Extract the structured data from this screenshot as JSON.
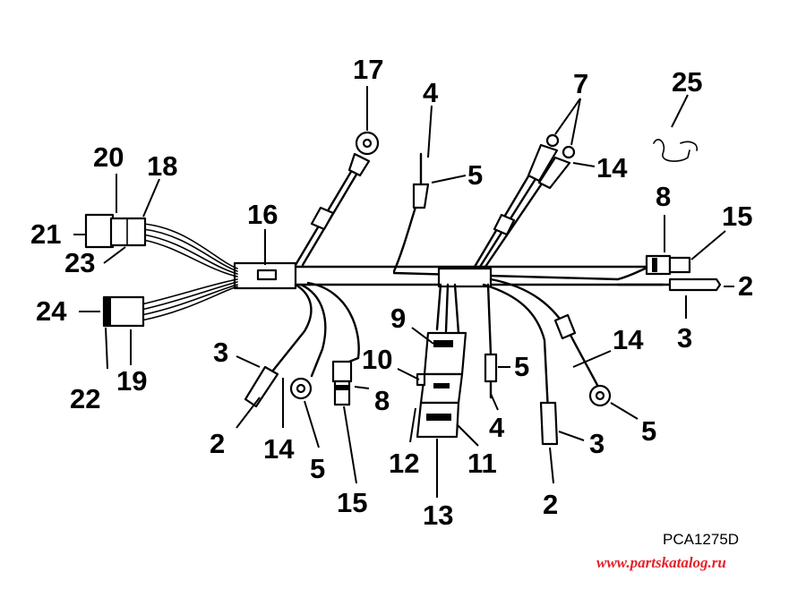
{
  "diagram": {
    "callouts": [
      "17",
      "4",
      "7",
      "25",
      "20",
      "18",
      "5",
      "14",
      "8",
      "15",
      "21",
      "16",
      "23",
      "2",
      "24",
      "9",
      "3",
      "14",
      "22",
      "19",
      "10",
      "5",
      "3",
      "2",
      "14",
      "8",
      "4",
      "5",
      "5",
      "3",
      "12",
      "11",
      "15",
      "2",
      "13"
    ],
    "drawing_code": "PCA1275D",
    "watermark": "www.partskatalog.ru"
  },
  "colors": {
    "ink": "#000000",
    "watermark": "#e2232a",
    "background": "#ffffff"
  }
}
